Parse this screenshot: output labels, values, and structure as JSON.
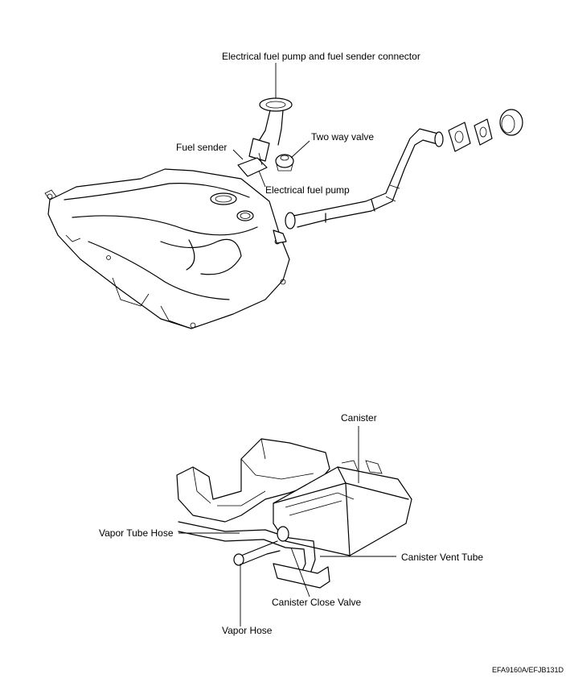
{
  "top_figure": {
    "labels": {
      "pump_connector": "Electrical fuel pump and fuel sender connector",
      "two_way_valve": "Two way valve",
      "fuel_sender": "Fuel sender",
      "fuel_pump": "Electrical fuel pump"
    }
  },
  "bottom_figure": {
    "labels": {
      "canister": "Canister",
      "vapor_tube_hose": "Vapor Tube Hose",
      "canister_vent_tube": "Canister Vent Tube",
      "canister_close_valve": "Canister Close Valve",
      "vapor_hose": "Vapor Hose"
    }
  },
  "figure_reference": "EFA9160A/EFJB131D"
}
